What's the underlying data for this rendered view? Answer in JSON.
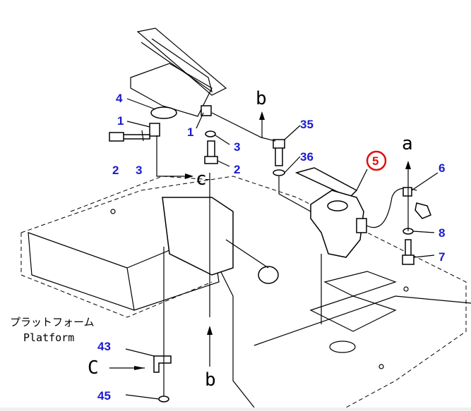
{
  "diagram": {
    "platform_label_jp": "プラットフォーム",
    "platform_label_en": "Platform",
    "highlight_color": "#e01010",
    "callout_color": "#1a1ad0",
    "callouts": {
      "p4": "4",
      "p1a": "1",
      "p1b": "1",
      "p2a": "2",
      "p3a": "3",
      "p3b": "3",
      "p2b": "2",
      "p35": "35",
      "p36": "36",
      "p5": "5",
      "p6": "6",
      "p8": "8",
      "p7": "7",
      "p43": "43",
      "p45": "45"
    },
    "view_letters": {
      "b_top": "b",
      "c_mid": "c",
      "a_right": "a",
      "b_bottom": "b",
      "c_left": "C"
    }
  }
}
